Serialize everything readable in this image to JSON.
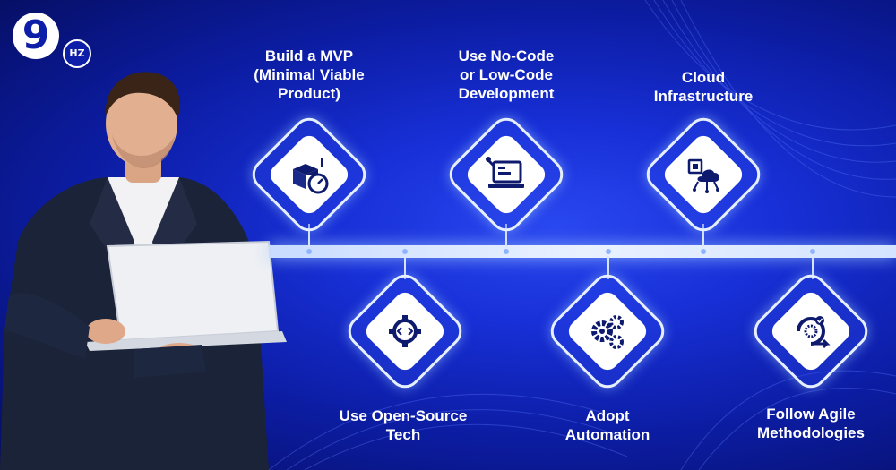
{
  "brand": {
    "logo_number": "9",
    "logo_suffix": "HZ"
  },
  "steps": [
    {
      "label_lines": [
        "Build a MVP",
        "(Minimal Viable",
        "Product)"
      ],
      "icon": "box-speedometer-icon",
      "position": "top"
    },
    {
      "label_lines": [
        "Use Open-Source",
        "Tech"
      ],
      "icon": "code-gear-icon",
      "position": "bottom"
    },
    {
      "label_lines": [
        "Use No-Code",
        "or Low-Code",
        "Development"
      ],
      "icon": "laptop-tools-icon",
      "position": "top"
    },
    {
      "label_lines": [
        "Adopt",
        "Automation"
      ],
      "icon": "gears-icon",
      "position": "bottom"
    },
    {
      "label_lines": [
        "Cloud",
        "Infrastructure"
      ],
      "icon": "cloud-chip-icon",
      "position": "top"
    },
    {
      "label_lines": [
        "Follow Agile",
        "Methodologies"
      ],
      "icon": "agile-cycle-icon",
      "position": "bottom"
    }
  ],
  "colors": {
    "background": "#1830d8",
    "accent": "#ffffff",
    "icon": "#0d1a6e"
  }
}
